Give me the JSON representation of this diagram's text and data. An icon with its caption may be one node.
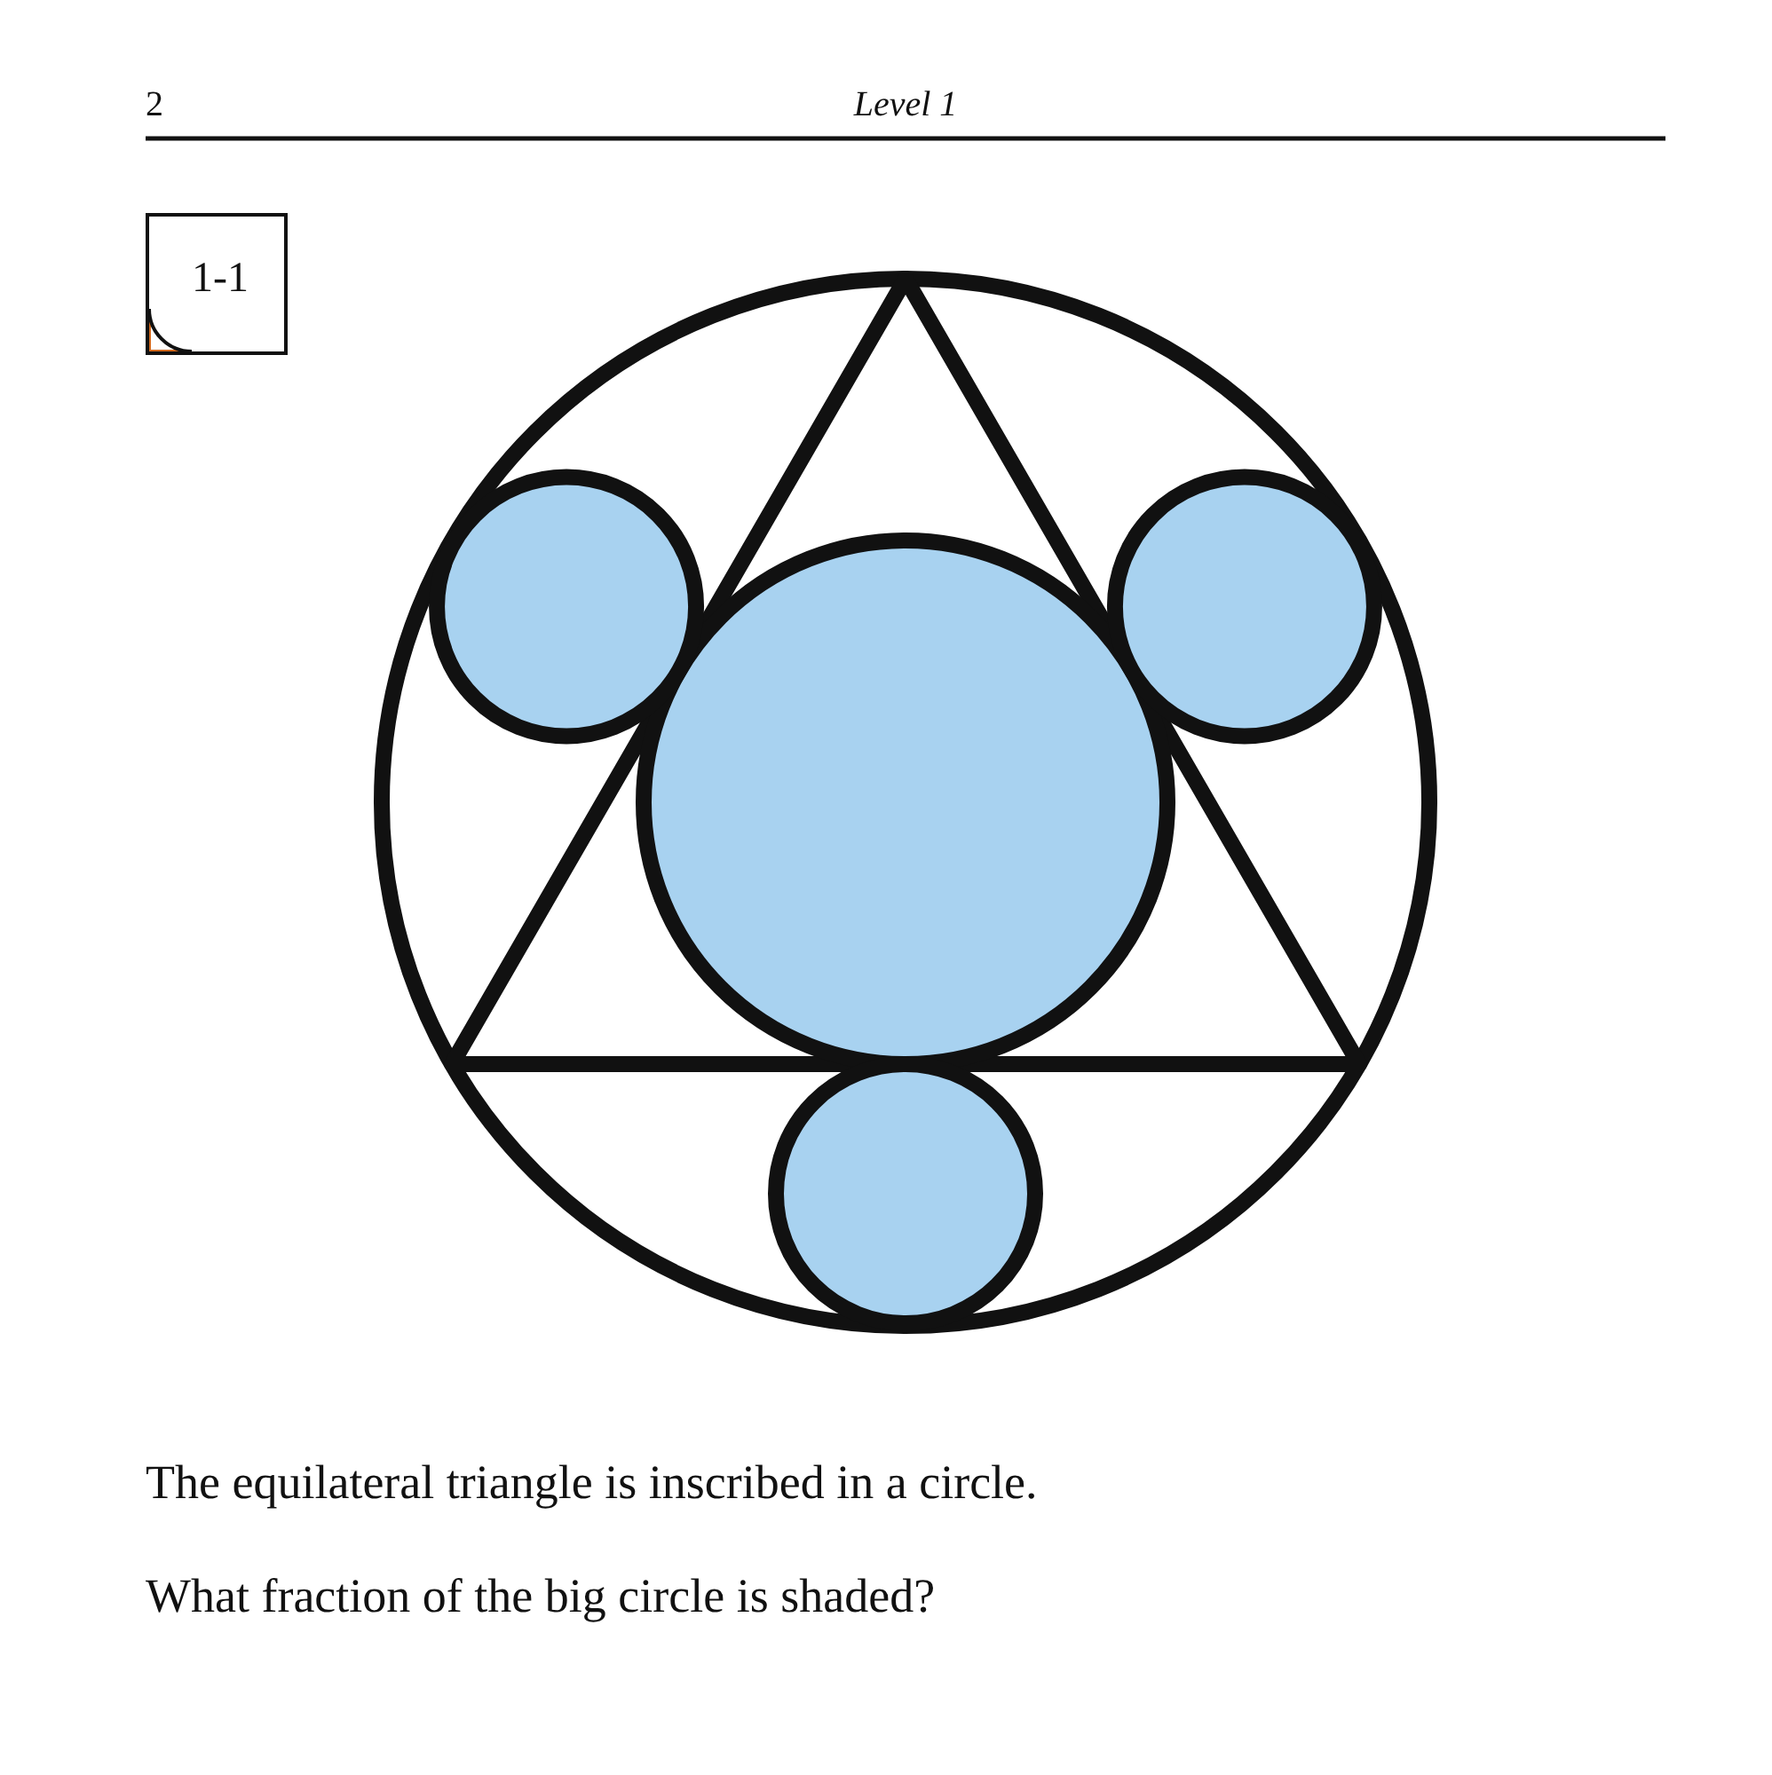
{
  "diagram": {
    "nodes": [
      {
        "text": [
          "1-1"
        ]
      }
    ],
    "labels": [
      "2",
      "Level 1",
      "The equilateral triangle is inscribed in a circle.",
      "What fraction of the big circle is shaded?"
    ]
  }
}
